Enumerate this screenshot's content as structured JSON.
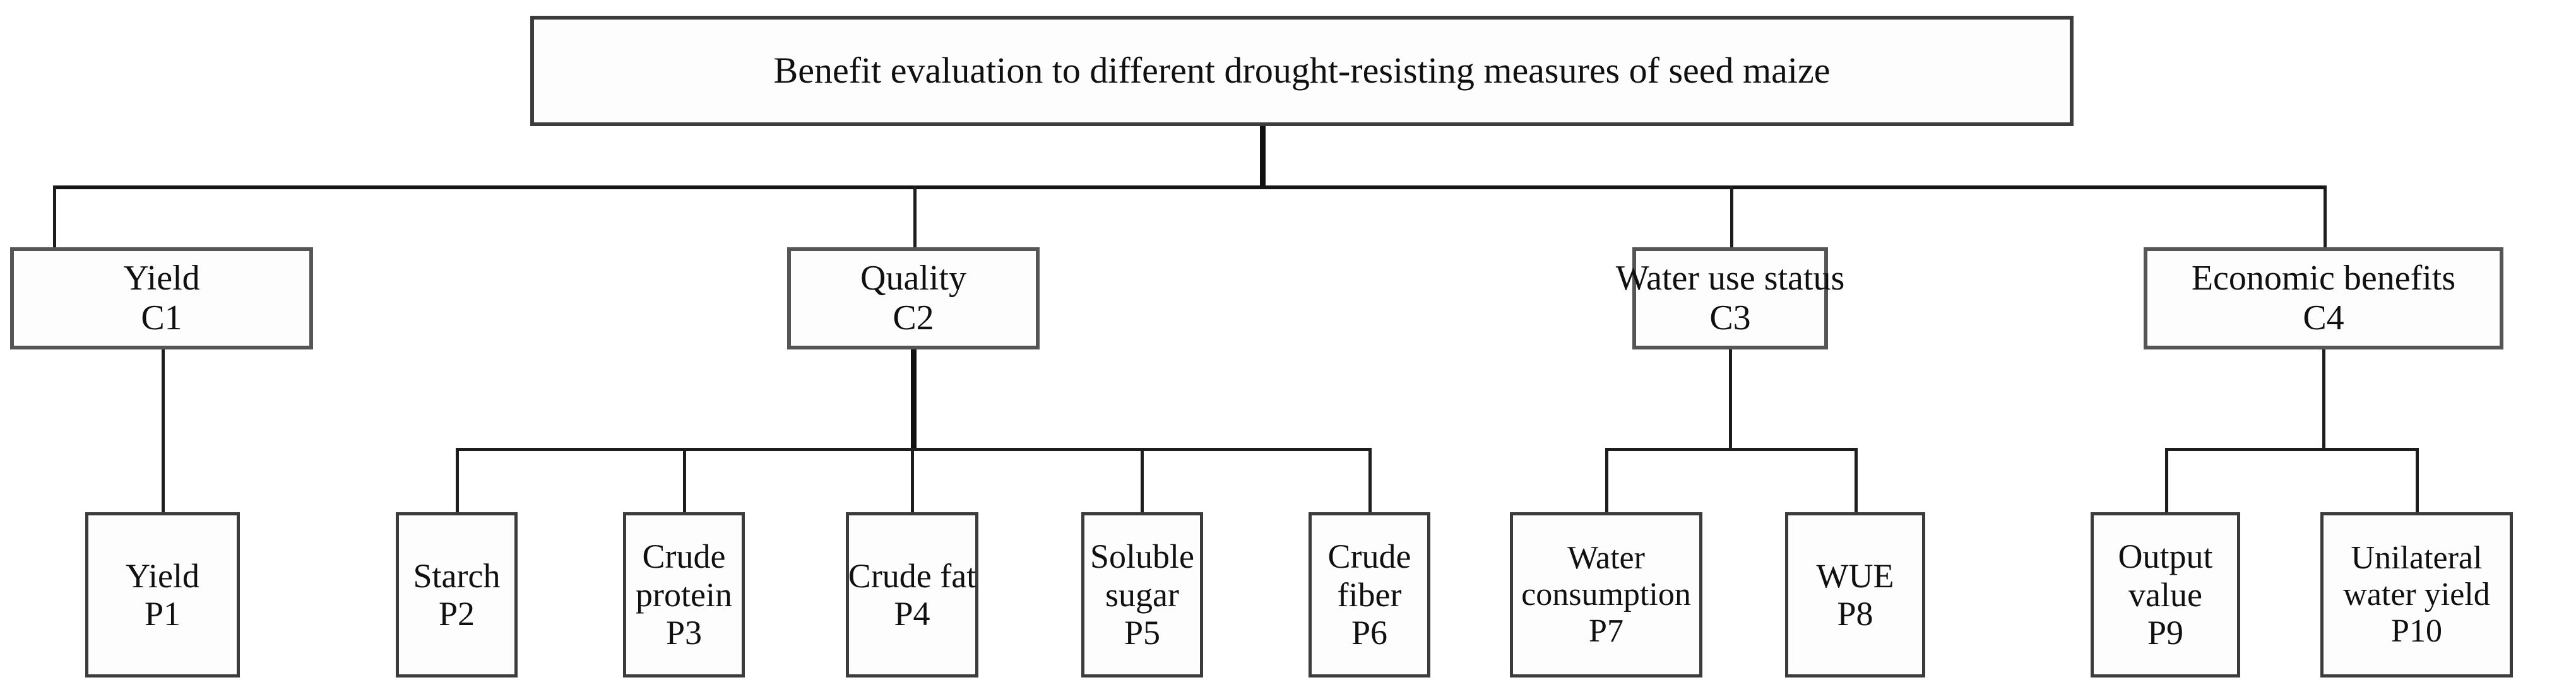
{
  "diagram": {
    "type": "hierarchy-tree",
    "title": "Benefit evaluation to different drought-resisting measures of seed maize",
    "levels": 3,
    "root": {
      "id": "goal",
      "label": "Benefit evaluation to different drought-resisting measures of seed maize"
    },
    "criteria": [
      {
        "id": "C1",
        "name": "Yield",
        "code": "C1"
      },
      {
        "id": "C2",
        "name": "Quality",
        "code": "C2"
      },
      {
        "id": "C3",
        "name": "Water use status",
        "code": "C3"
      },
      {
        "id": "C4",
        "name": "Economic benefits",
        "code": "C4"
      }
    ],
    "indicators": [
      {
        "id": "P1",
        "line1": "Yield",
        "line2": "",
        "code": "P1",
        "parent": "C1"
      },
      {
        "id": "P2",
        "line1": "Starch",
        "line2": "",
        "code": "P2",
        "parent": "C2"
      },
      {
        "id": "P3",
        "line1": "Crude",
        "line2": "protein",
        "code": "P3",
        "parent": "C2"
      },
      {
        "id": "P4",
        "line1": "Crude fat",
        "line2": "",
        "code": "P4",
        "parent": "C2"
      },
      {
        "id": "P5",
        "line1": "Soluble",
        "line2": "sugar",
        "code": "P5",
        "parent": "C2"
      },
      {
        "id": "P6",
        "line1": "Crude",
        "line2": "fiber",
        "code": "P6",
        "parent": "C2"
      },
      {
        "id": "P7",
        "line1": "Water",
        "line2": "consumption",
        "code": "P7",
        "parent": "C3"
      },
      {
        "id": "P8",
        "line1": "WUE",
        "line2": "",
        "code": "P8",
        "parent": "C3"
      },
      {
        "id": "P9",
        "line1": "Output",
        "line2": "value",
        "code": "P9",
        "parent": "C4"
      },
      {
        "id": "P10",
        "line1": "Unilateral",
        "line2": "water yield",
        "code": "P10",
        "parent": "C4"
      }
    ],
    "colors": {
      "background": "#ffffff",
      "box_fill": "#fdfdfd",
      "box_border": "#4a4a4a",
      "connector": "#1d1d1d",
      "text": "#101010"
    }
  }
}
